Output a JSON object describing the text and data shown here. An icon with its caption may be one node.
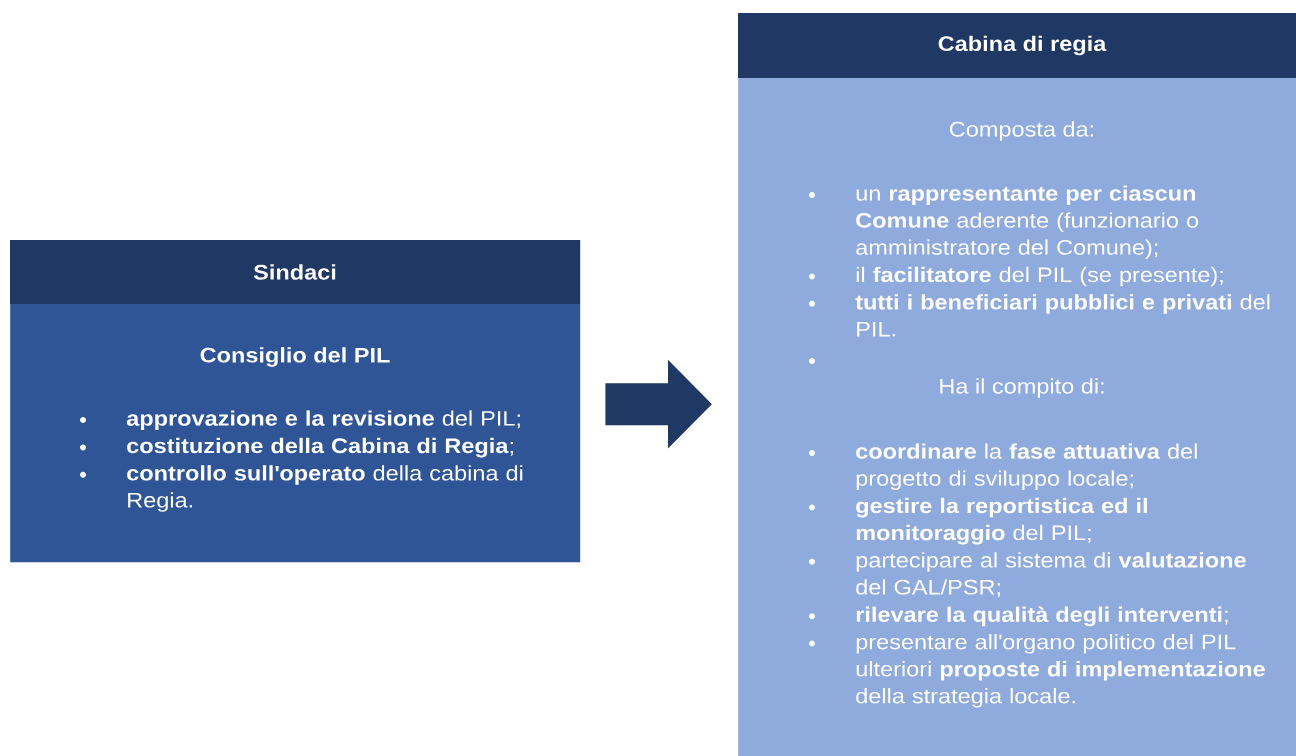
{
  "diagram": {
    "nodes": [
      {
        "text": [
          "Sindaci",
          "Consiglio del PIL",
          "**approvazione e la revisione** del PIL;",
          "**costituzione della Cabina di Regia**;",
          "**controllo sull'operato** della cabina di Regia."
        ]
      },
      {
        "text": [
          "Cabina di regia",
          "Composta da:",
          "un **rappresentante per ciascun Comune** aderente (funzionario o amministratore del Comune);",
          "il **facilitatore** del PIL (se presente);",
          "**tutti i beneficiari pubblici e privati** del PIL.",
          "Ha il compito di:",
          "**coordinare** la **fase attuativa** del progetto di sviluppo locale;",
          "**gestire la reportistica ed il monitoraggio** del PIL;",
          "partecipare al sistema di **valutazione** del GAL/PSR;",
          "**rilevare la qualità degli interventi**;",
          "presentare all'organo politico del PIL ulteriori **proposte di implementazione** della strategia locale."
        ]
      }
    ],
    "edges": [
      {
        "from": 0,
        "to": 1,
        "arrow": "to"
      }
    ]
  }
}
